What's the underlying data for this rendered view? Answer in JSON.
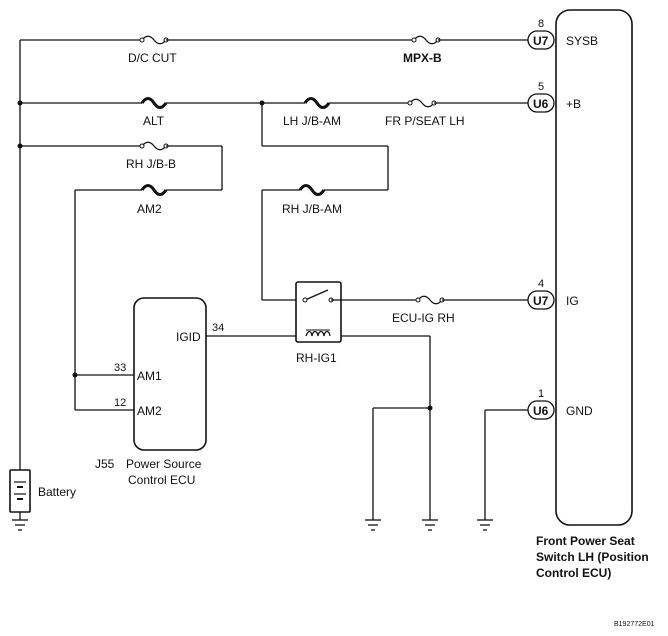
{
  "fuses": {
    "dc_cut": "D/C CUT",
    "mpx_b": "MPX-B",
    "alt": "ALT",
    "lh_jb_am": "LH J/B-AM",
    "fr_pseat_lh": "FR P/SEAT LH",
    "rh_jb_b": "RH J/B-B",
    "am2": "AM2",
    "rh_jb_am": "RH J/B-AM",
    "ecu_ig_rh": "ECU-IG RH"
  },
  "relay": {
    "label": "RH-IG1"
  },
  "battery": {
    "label": "Battery"
  },
  "power_ecu": {
    "code": "J55",
    "name_line1": "Power Source",
    "name_line2": "Control ECU",
    "pins": [
      {
        "num": "34",
        "name": "IGID"
      },
      {
        "num": "33",
        "name": "AM1"
      },
      {
        "num": "12",
        "name": "AM2"
      }
    ]
  },
  "seat_ecu": {
    "name_line1": "Front Power Seat",
    "name_line2": "Switch LH (Position",
    "name_line3": "Control ECU)",
    "pins": [
      {
        "num": "8",
        "connector": "U7",
        "name": "SYSB"
      },
      {
        "num": "5",
        "connector": "U6",
        "name": "+B"
      },
      {
        "num": "4",
        "connector": "U7",
        "name": "IG"
      },
      {
        "num": "1",
        "connector": "U6",
        "name": "GND"
      }
    ]
  },
  "figure_code": "B192772E01"
}
